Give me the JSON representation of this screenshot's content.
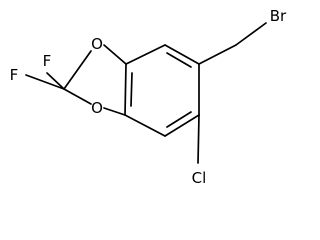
{
  "molecule": {
    "atoms": {
      "f_top": "F",
      "f_left": "F",
      "o_upper": "O",
      "o_lower": "O",
      "br": "Br",
      "cl": "Cl"
    },
    "colors": {
      "bond": "#000000",
      "label": "#000000",
      "background": "#ffffff"
    }
  }
}
